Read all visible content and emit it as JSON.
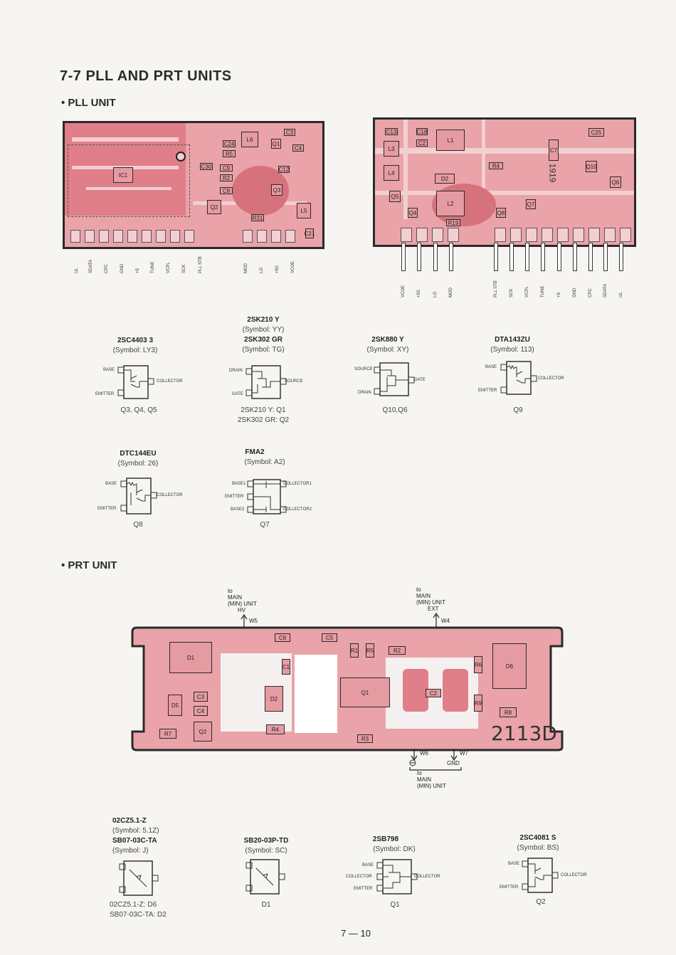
{
  "page_title": "7-7 PLL AND PRT UNITS",
  "pll_section": "• PLL UNIT",
  "prt_section": "• PRT UNIT",
  "pll_left_pins": [
    "UL",
    "SDATA",
    "CPC",
    "GND",
    "+5",
    "TUNE",
    "VCPL",
    "SCK",
    "PLL STB",
    "MOD",
    "LO",
    "+5S",
    "VCOE"
  ],
  "pll_right_pins": [
    "VCOE",
    "+5S",
    "LO",
    "MOD",
    "PLL STB",
    "SCK",
    "VCPL",
    "TUNE",
    "+5",
    "GND",
    "CPC",
    "SDATA",
    "UL"
  ],
  "pll_components": [
    {
      "name": "2SC4403 3",
      "symbol": "(Symbol: LY3)",
      "ref": "Q3, Q4, Q5",
      "labels": [
        "BASE",
        "EMITTER",
        "COLLECTOR"
      ]
    },
    {
      "name": "2SK210 Y",
      "symbol": "(Symbol: YY)",
      "name2": "2SK302 GR",
      "symbol2": "(Symbol: TG)",
      "ref": "2SK210 Y: Q1",
      "ref2": "2SK302 GR: Q2",
      "labels": [
        "DRAIN",
        "GATE",
        "SOURCE"
      ]
    },
    {
      "name": "2SK880 Y",
      "symbol": "(Symbol: XY)",
      "ref": "Q10,Q6",
      "labels": [
        "SOURCE",
        "DRAIN",
        "GATE"
      ]
    },
    {
      "name": "DTA143ZU",
      "symbol": "(Symbol: 113)",
      "ref": "Q9",
      "labels": [
        "BASE",
        "EMITTER",
        "COLLECTOR"
      ]
    },
    {
      "name": "DTC144EU",
      "symbol": "(Symbol: 26)",
      "ref": "Q8",
      "labels": [
        "BASE",
        "EMITTER",
        "COLLECTOR"
      ]
    },
    {
      "name": "FMA2",
      "symbol": "(Symbol: A2)",
      "ref": "Q7",
      "labels": [
        "BASE1",
        "EMITTER",
        "BASE2",
        "COLLECTOR1",
        "COLLECTOR2"
      ]
    }
  ],
  "prt_notes": {
    "hv": [
      "to",
      "MAIN",
      "(MIN) UNIT",
      "HV"
    ],
    "hv_w": "W5",
    "ext": [
      "to",
      "MAIN",
      "(MIN) UNIT",
      "EXT"
    ],
    "ext_w": "W4",
    "bottom": [
      "to",
      "MAIN",
      "(MIN) UNIT"
    ],
    "w6": "W6",
    "w7": "W7",
    "gnd": "GND",
    "board_no": "2113D"
  },
  "prt_components": [
    {
      "name": "02CZ5.1-Z",
      "symbol": "(Symbol: 5.1Z)",
      "name2": "SB07-03C-TA",
      "symbol2": "(Symbol: J)",
      "ref": "02CZ5.1-Z: D6",
      "ref2": "SB07-03C-TA: D2"
    },
    {
      "name": "SB20-03P-TD",
      "symbol": "(Symbol: SC)",
      "ref": "D1"
    },
    {
      "name": "2SB798",
      "symbol": "(Symbol: DK)",
      "ref": "Q1",
      "labels": [
        "BASE",
        "COLLECTOR",
        "EMITTER",
        "COLLECTOR"
      ]
    },
    {
      "name": "2SC4081 S",
      "symbol": "(Symbol: BS)",
      "ref": "Q2",
      "labels": [
        "BASE",
        "EMITTER",
        "COLLECTOR"
      ]
    }
  ],
  "page_number": "7 — 10"
}
